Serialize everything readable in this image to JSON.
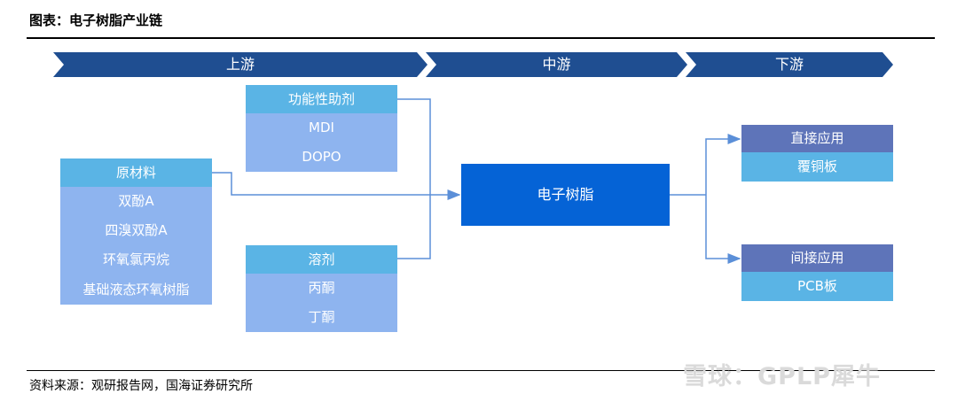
{
  "title": "图表：电子树脂产业链",
  "stages": [
    "上游",
    "中游",
    "下游"
  ],
  "functional_additives": {
    "header": "功能性助剂",
    "items": [
      "MDI",
      "DOPO"
    ]
  },
  "raw_materials": {
    "header": "原材料",
    "items": [
      "双酚A",
      "四溴双酚A",
      "环氧氯丙烷",
      "基础液态环氧树脂"
    ]
  },
  "solvents": {
    "header": "溶剂",
    "items": [
      "丙酮",
      "丁酮"
    ]
  },
  "center": "电子树脂",
  "direct_application": {
    "header": "直接应用",
    "item": "覆铜板"
  },
  "indirect_application": {
    "header": "间接应用",
    "item": "PCB板"
  },
  "source": "资料来源：观研报告网，国海证券研究所",
  "watermark": "雪球：GPLP犀牛",
  "colors": {
    "chevron": "#1f4e91",
    "box_header": "#5ab4e5",
    "box_body": "#8eb4ef",
    "center": "#0563d6",
    "output_header": "#5e74b9",
    "connector": "#5b8fd8"
  }
}
